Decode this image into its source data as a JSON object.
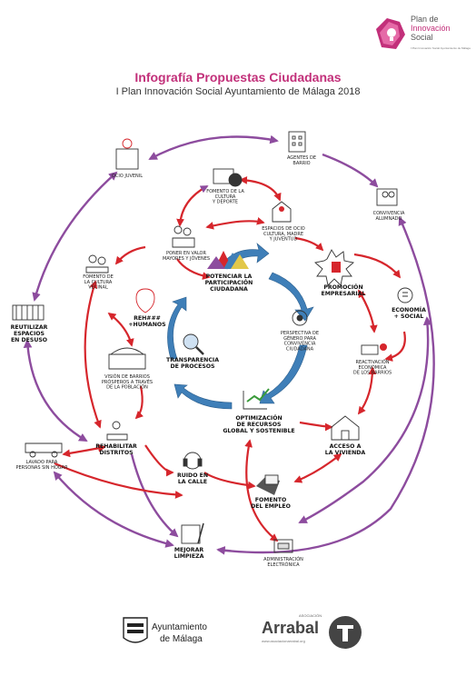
{
  "logo": {
    "line1": "Plan de",
    "line2": "Innovación",
    "line3": "Social",
    "sub": "I Plan Innovación Social Ayuntamiento de Málaga"
  },
  "header": {
    "title": "Infografía Propuestas Ciudadanas",
    "subtitle": "I Plan Innovación Social Ayuntamiento de Málaga 2018"
  },
  "nodes": {
    "ocio": [
      "OCIO JUVENIL"
    ],
    "agentes": [
      "AGENTES DE",
      "BARRIO"
    ],
    "fomento_cultura_deporte": [
      "FOMENTO DE LA",
      "CULTURA",
      "Y DEPORTE"
    ],
    "convivencia": [
      "CONVIVENCIA",
      "ALUMNADO"
    ],
    "espacios_verdes": [
      "ESPACIOS DE OCIO",
      "CULTURA, MADRE",
      "Y JUVENTUD"
    ],
    "tender_valor": [
      "PONER EN VALOR",
      "MAYORES Y JÓVENES"
    ],
    "fomento_cultura_vecinal": [
      "FOMENTO DE",
      "LA CULTURA",
      "VECINAL"
    ],
    "reh": [
      "REH###",
      "+HUMANOS"
    ],
    "potenciar": [
      "POTENCIAR LA",
      "PARTICIPACIÓN",
      "CIUDADANA"
    ],
    "promocion": [
      "PROMOCIÓN",
      "EMPRESARIAL"
    ],
    "economia": [
      "ECONOMÍA",
      "+ SOCIAL"
    ],
    "reutilizar": [
      "REUTILIZAR",
      "ESPACIOS",
      "EN DESUSO"
    ],
    "perspectiva": [
      "PERSPECTIVA DE",
      "GÉNERO PARA",
      "CONVIVENCIA",
      "CIUDADANA"
    ],
    "reactivacion": [
      "REACTIVACIÓN",
      "ECONÓMICA",
      "DE LOS BARRIOS"
    ],
    "vision": [
      "VISIÓN DE BARRIOS",
      "PRÓSPEROS A TRAVÉS",
      "DE LA POBLACIÓN"
    ],
    "transparencia": [
      "TRANSPARENCIA",
      "DE PROCESOS"
    ],
    "optimizacion": [
      "OPTIMIZACIÓN",
      "DE RECURSOS",
      "GLOBAL Y SOSTENIBLE"
    ],
    "acceso_vivienda": [
      "ACCESO A",
      "LA VIVIENDA"
    ],
    "lavado": [
      "LAVADO PARA",
      "PERSONAS SIN HOGAR"
    ],
    "rehabilitar": [
      "REHABILITAR",
      "DISTRITOS"
    ],
    "ruido": [
      "RUIDO EN",
      "LA CALLE"
    ],
    "fomento_empleo": [
      "FOMENTO",
      "DEL EMPLEO"
    ],
    "mejorar_limpieza": [
      "MEJORAR",
      "LIMPIEZA"
    ],
    "administracion": [
      "ADMINISTRACIÓN",
      "ELECTRÓNICA"
    ]
  },
  "footer": {
    "ayuntamiento_line1": "Ayuntamiento",
    "ayuntamiento_line2": "de Málaga",
    "arrabal_small": "ASOCIACIÓN",
    "arrabal": "Arrabal",
    "arrabal_url": "www.asociacionarrabal.org"
  },
  "colors": {
    "red": "#d6262c",
    "purple": "#8d4c9e",
    "blue": "#3f7fb8",
    "pink": "#c2307a"
  }
}
